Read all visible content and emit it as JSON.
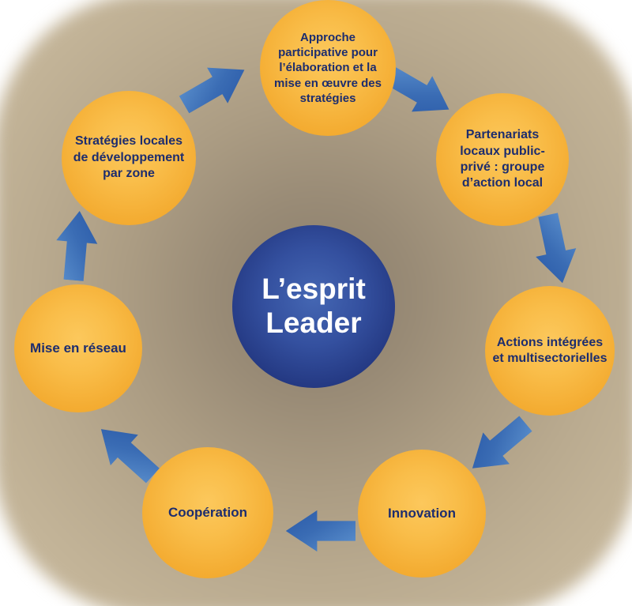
{
  "center": {
    "label": "L’esprit Leader"
  },
  "nodes": [
    {
      "label": "Approche participative pour l’élaboration et la mise en œuvre des stratégies"
    },
    {
      "label": "Partenariats locaux public-privé : groupe d’action local"
    },
    {
      "label": "Actions intégrées et multisectorielles"
    },
    {
      "label": "Innovation"
    },
    {
      "label": "Coopération"
    },
    {
      "label": "Mise en réseau"
    },
    {
      "label": "Stratégies locales de développement par zone"
    }
  ],
  "flow": "clockwise",
  "colors": {
    "node_fill": "#f6b23a",
    "node_text": "#1d2d6e",
    "center_fill": "#22367f",
    "center_text": "#ffffff",
    "arrow_light": "#5d92cf",
    "arrow_dark": "#2a5aa8",
    "background": "#b9aa8f"
  }
}
